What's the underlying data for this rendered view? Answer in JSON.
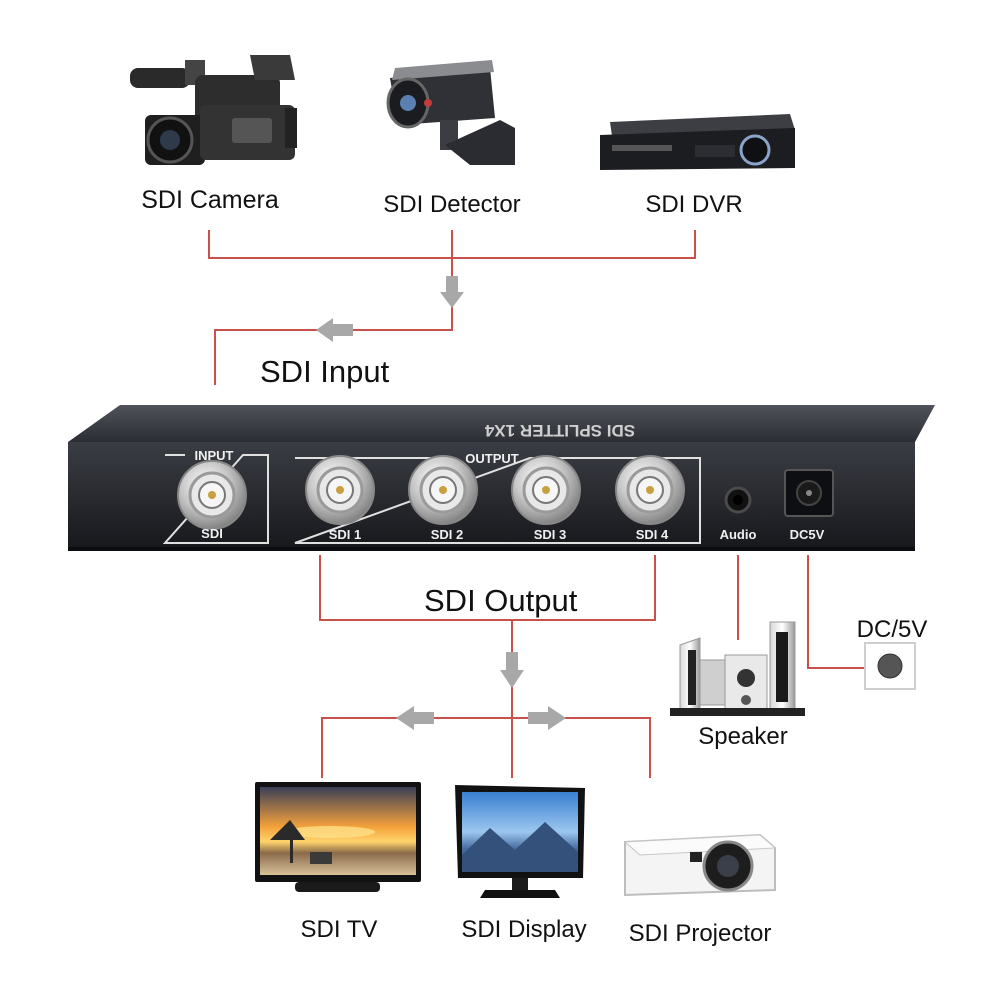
{
  "sources": {
    "camera": "SDI Camera",
    "detector": "SDI Detector",
    "dvr": "SDI DVR"
  },
  "sections": {
    "input": "SDI Input",
    "output": "SDI Output"
  },
  "splitter": {
    "top_text": "SDI SPLITTER 1X4",
    "input_group": "INPUT",
    "input_port": "SDI",
    "output_group": "OUTPUT",
    "output_ports": [
      "SDI 1",
      "SDI 2",
      "SDI 3",
      "SDI 4"
    ],
    "audio": "Audio",
    "power": "DC5V"
  },
  "power_supply": "DC/5V",
  "speaker": "Speaker",
  "displays": {
    "tv": "SDI TV",
    "display": "SDI Display",
    "projector": "SDI Projector"
  },
  "colors": {
    "line": "#c9504b",
    "arrow": "#a8a8a8",
    "device_body": "#26282e"
  }
}
